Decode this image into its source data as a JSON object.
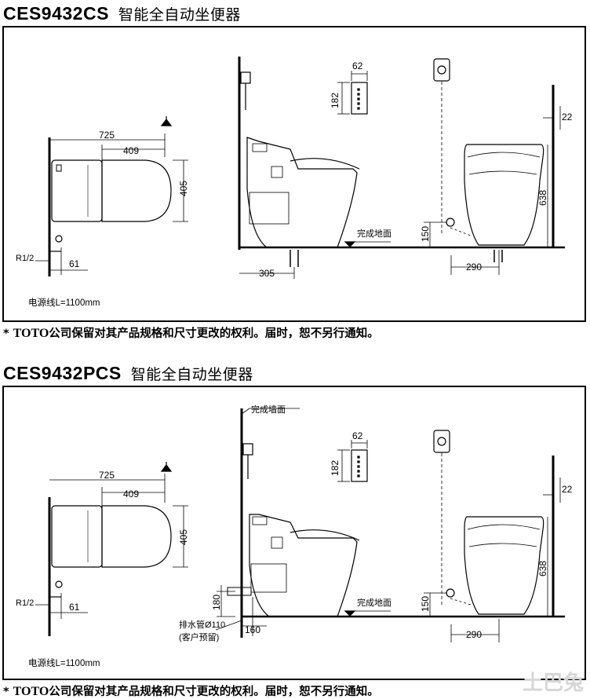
{
  "diagrams": [
    {
      "model": "CES9432CS",
      "name_cn": "智能全自动坐便器",
      "dims": {
        "total_length": "725",
        "seat_length": "409",
        "width": "405",
        "inlet_thread": "R1/2",
        "inlet_offset": "61",
        "panel_width": "62",
        "panel_height": "182",
        "wall_offset": "22",
        "height": "638",
        "inlet_height": "150",
        "rough_in_side": "305",
        "rough_in_front": "290"
      },
      "floor_label": "完成地面",
      "cable_label": "电源线L=1100mm"
    },
    {
      "model": "CES9432PCS",
      "name_cn": "智能全自动坐便器",
      "dims": {
        "total_length": "725",
        "seat_length": "409",
        "width": "405",
        "inlet_thread": "R1/2",
        "inlet_offset": "61",
        "panel_width": "62",
        "panel_height": "182",
        "wall_offset": "22",
        "height": "638",
        "inlet_height": "150",
        "drain_height": "180",
        "drain_offset": "160",
        "rough_in_front": "290"
      },
      "wall_label": "完成墙面",
      "floor_label": "完成地面",
      "drain_label": "排水管Ø110",
      "drain_note": "(客户预留)",
      "cable_label": "电源线L=1100mm"
    }
  ],
  "disclaimer_prefix": "* ",
  "disclaimer_brand": "TOTO",
  "disclaimer_text": "公司保留对其产品规格和尺寸更改的权利。届时，恕不另行通知。",
  "watermark": "土巴兔"
}
